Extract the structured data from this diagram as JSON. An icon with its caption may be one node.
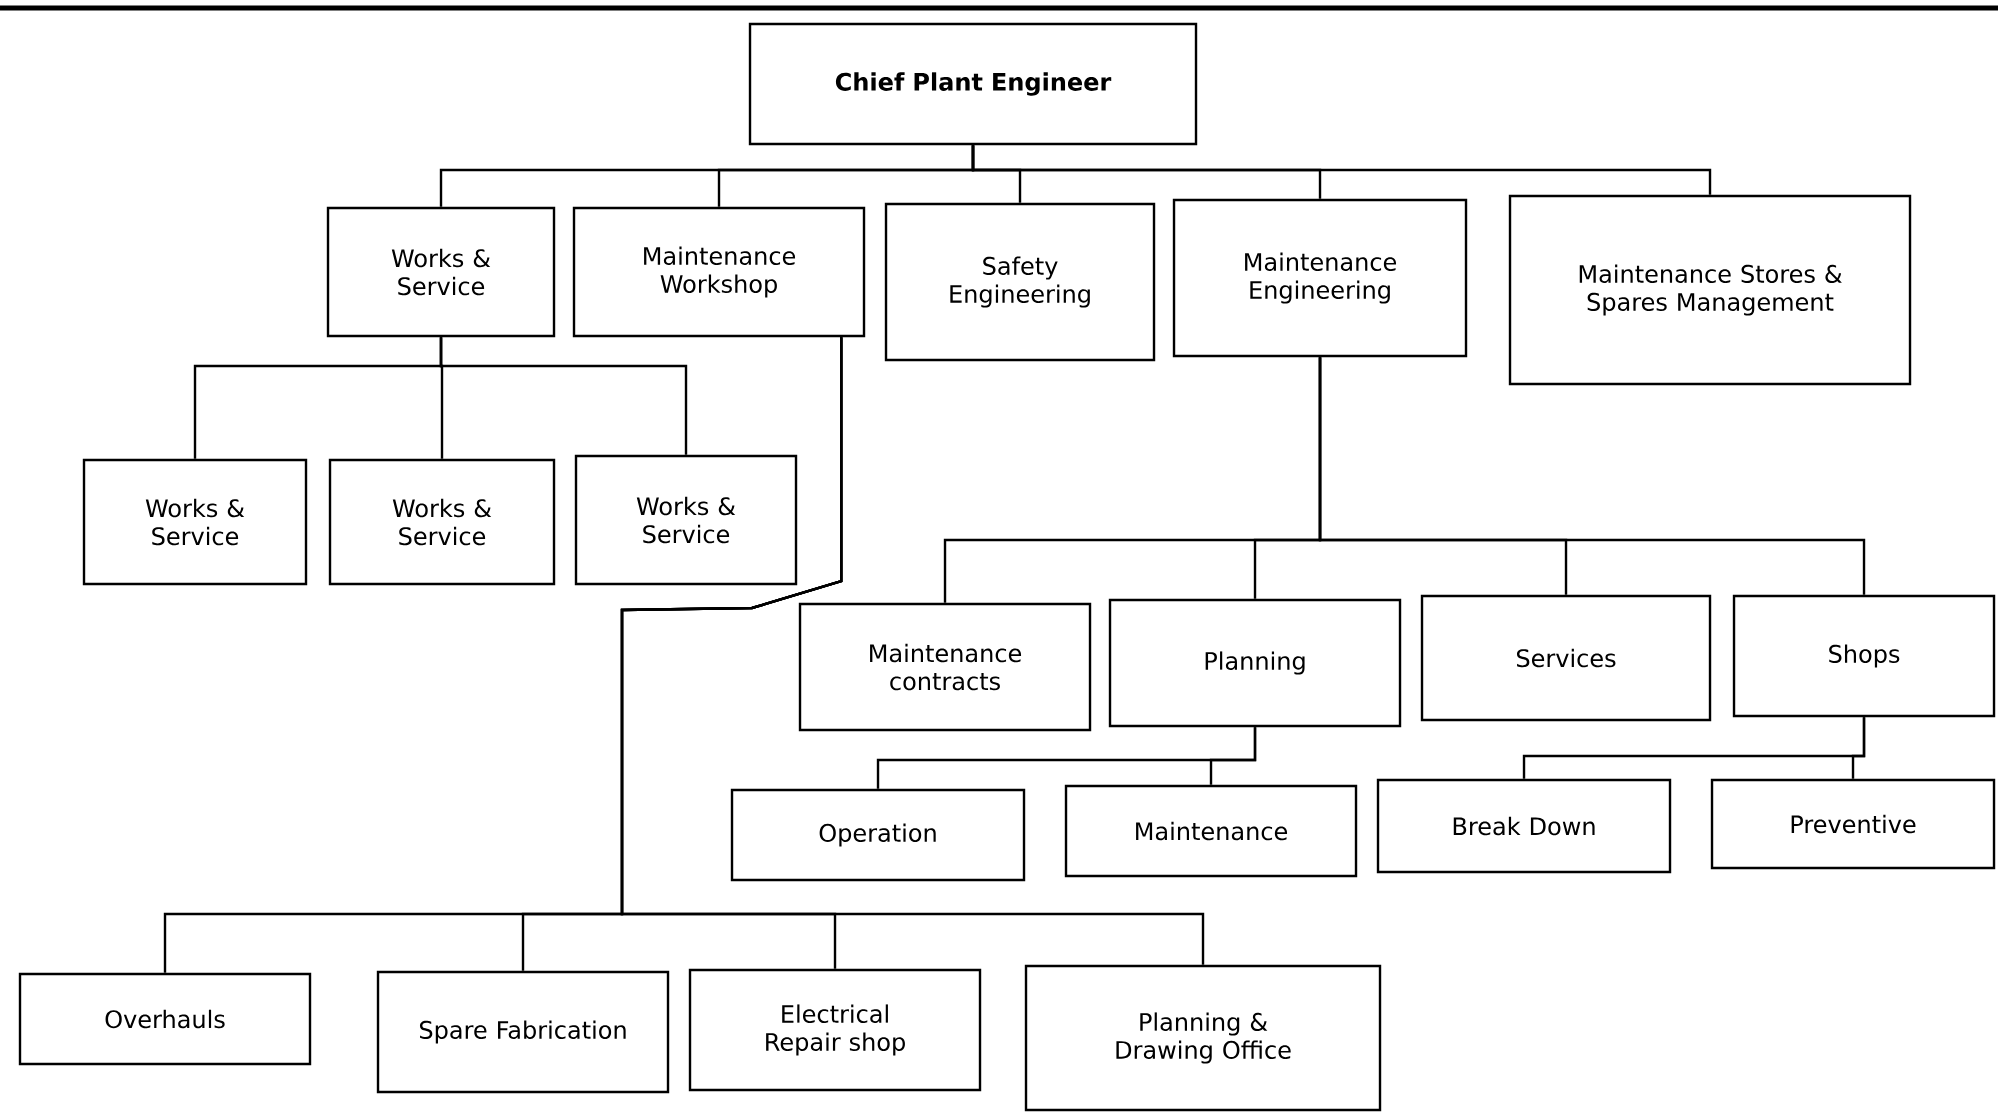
{
  "diagram": {
    "nodes": [
      {
        "text": [
          "Chief Plant Engineer"
        ]
      },
      {
        "text": [
          "Works & Service"
        ]
      },
      {
        "text": [
          "Maintenance Workshop"
        ]
      },
      {
        "text": [
          "Safety Engineering"
        ]
      },
      {
        "text": [
          "Maintenance Engineering"
        ]
      },
      {
        "text": [
          "Maintenance Stores & Spares Management"
        ]
      },
      {
        "text": [
          "Works & Service"
        ]
      },
      {
        "text": [
          "Works & Service"
        ]
      },
      {
        "text": [
          "Works & Service"
        ]
      },
      {
        "text": [
          "Maintenance contracts"
        ]
      },
      {
        "text": [
          "Planning"
        ]
      },
      {
        "text": [
          "Services"
        ]
      },
      {
        "text": [
          "Shops"
        ]
      },
      {
        "text": [
          "Operation"
        ]
      },
      {
        "text": [
          "Maintenance"
        ]
      },
      {
        "text": [
          "Break Down"
        ]
      },
      {
        "text": [
          "Preventive"
        ]
      },
      {
        "text": [
          "Overhauls"
        ]
      },
      {
        "text": [
          "Spare Fabrication"
        ]
      },
      {
        "text": [
          "Electrical Repair shop"
        ]
      },
      {
        "text": [
          "Planning & Drawing Office"
        ]
      }
    ],
    "edges": [
      {
        "from": 0,
        "to": 1,
        "arrow": "none"
      },
      {
        "from": 0,
        "to": 2,
        "arrow": "none"
      },
      {
        "from": 0,
        "to": 3,
        "arrow": "none"
      },
      {
        "from": 0,
        "to": 4,
        "arrow": "none"
      },
      {
        "from": 0,
        "to": 5,
        "arrow": "none"
      },
      {
        "from": 1,
        "to": 6,
        "arrow": "none"
      },
      {
        "from": 1,
        "to": 7,
        "arrow": "none"
      },
      {
        "from": 1,
        "to": 8,
        "arrow": "none"
      },
      {
        "from": 2,
        "to": 17,
        "arrow": "none"
      },
      {
        "from": 2,
        "to": 18,
        "arrow": "none"
      },
      {
        "from": 2,
        "to": 19,
        "arrow": "none"
      },
      {
        "from": 2,
        "to": 20,
        "arrow": "none"
      },
      {
        "from": 4,
        "to": 9,
        "arrow": "none"
      },
      {
        "from": 4,
        "to": 10,
        "arrow": "none"
      },
      {
        "from": 4,
        "to": 11,
        "arrow": "none"
      },
      {
        "from": 4,
        "to": 12,
        "arrow": "none"
      },
      {
        "from": 10,
        "to": 13,
        "arrow": "none"
      },
      {
        "from": 10,
        "to": 14,
        "arrow": "none"
      },
      {
        "from": 12,
        "to": 15,
        "arrow": "none"
      },
      {
        "from": 12,
        "to": 16,
        "arrow": "none"
      }
    ]
  }
}
